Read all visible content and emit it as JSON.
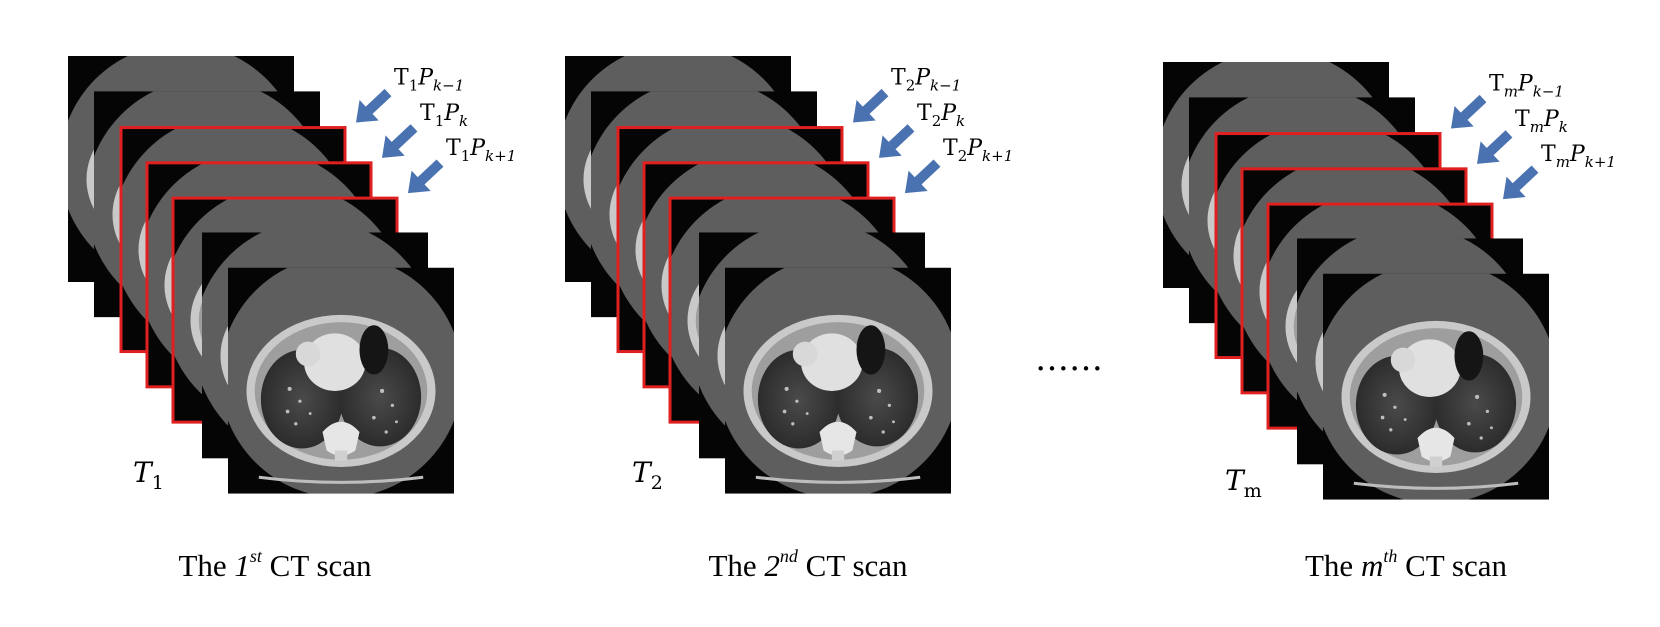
{
  "scans": [
    {
      "tag": "T",
      "tag_sub": "1",
      "label_prefix": "T",
      "label_sub": "1",
      "pointer_labels": [
        "k−1",
        "k",
        "k+1"
      ],
      "caption_the": "The",
      "caption_ord": "1",
      "caption_sup": "st",
      "caption_rest": " CT scan"
    },
    {
      "tag": "T",
      "tag_sub": "2",
      "label_prefix": "T",
      "label_sub": "2",
      "pointer_labels": [
        "k−1",
        "k",
        "k+1"
      ],
      "caption_the": "The",
      "caption_ord": "2",
      "caption_sup": "nd",
      "caption_rest": " CT scan"
    },
    {
      "tag": "T",
      "tag_sub": "m",
      "label_prefix": "T",
      "label_sub": "m",
      "pointer_labels": [
        "k−1",
        "k",
        "k+1"
      ],
      "caption_the": "The",
      "caption_ord": "m",
      "caption_sup": "th",
      "caption_rest": " CT scan"
    }
  ],
  "ellipsis": "……",
  "colors": {
    "highlight": "#e02020",
    "arrow": "#4a72b0",
    "slice_bg": "#050505",
    "body_disc": "#5a5a5a"
  }
}
